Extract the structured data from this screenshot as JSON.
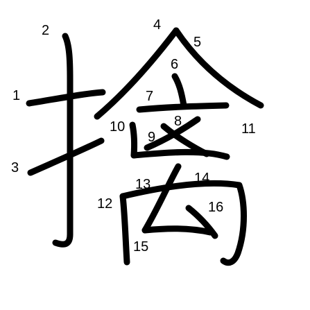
{
  "character": "擒",
  "stroke_color": "#000000",
  "background": "#ffffff",
  "strokes": [
    {
      "order": 1,
      "label": "1"
    },
    {
      "order": 2,
      "label": "2"
    },
    {
      "order": 3,
      "label": "3"
    },
    {
      "order": 4,
      "label": "4"
    },
    {
      "order": 5,
      "label": "5"
    },
    {
      "order": 6,
      "label": "6"
    },
    {
      "order": 7,
      "label": "7"
    },
    {
      "order": 8,
      "label": "8"
    },
    {
      "order": 9,
      "label": "9"
    },
    {
      "order": 10,
      "label": "10"
    },
    {
      "order": 11,
      "label": "11"
    },
    {
      "order": 12,
      "label": "12"
    },
    {
      "order": 13,
      "label": "13"
    },
    {
      "order": 14,
      "label": "14"
    },
    {
      "order": 15,
      "label": "15"
    },
    {
      "order": 16,
      "label": "16"
    }
  ]
}
